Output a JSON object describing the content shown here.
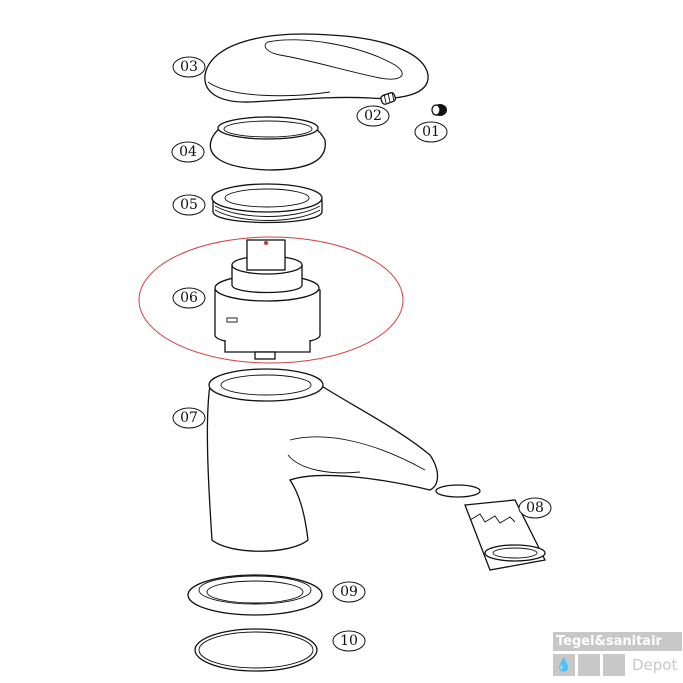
{
  "diagram": {
    "parts": [
      {
        "id": "01",
        "label": "01"
      },
      {
        "id": "02",
        "label": "02"
      },
      {
        "id": "03",
        "label": "03"
      },
      {
        "id": "04",
        "label": "04"
      },
      {
        "id": "05",
        "label": "05"
      },
      {
        "id": "06",
        "label": "06"
      },
      {
        "id": "07",
        "label": "07"
      },
      {
        "id": "08",
        "label": "08"
      },
      {
        "id": "09",
        "label": "09"
      },
      {
        "id": "10",
        "label": "10"
      }
    ],
    "highlight_color": "#d04040"
  },
  "watermark": {
    "brand": "Tegel&sanitair",
    "sub": "Depot"
  }
}
